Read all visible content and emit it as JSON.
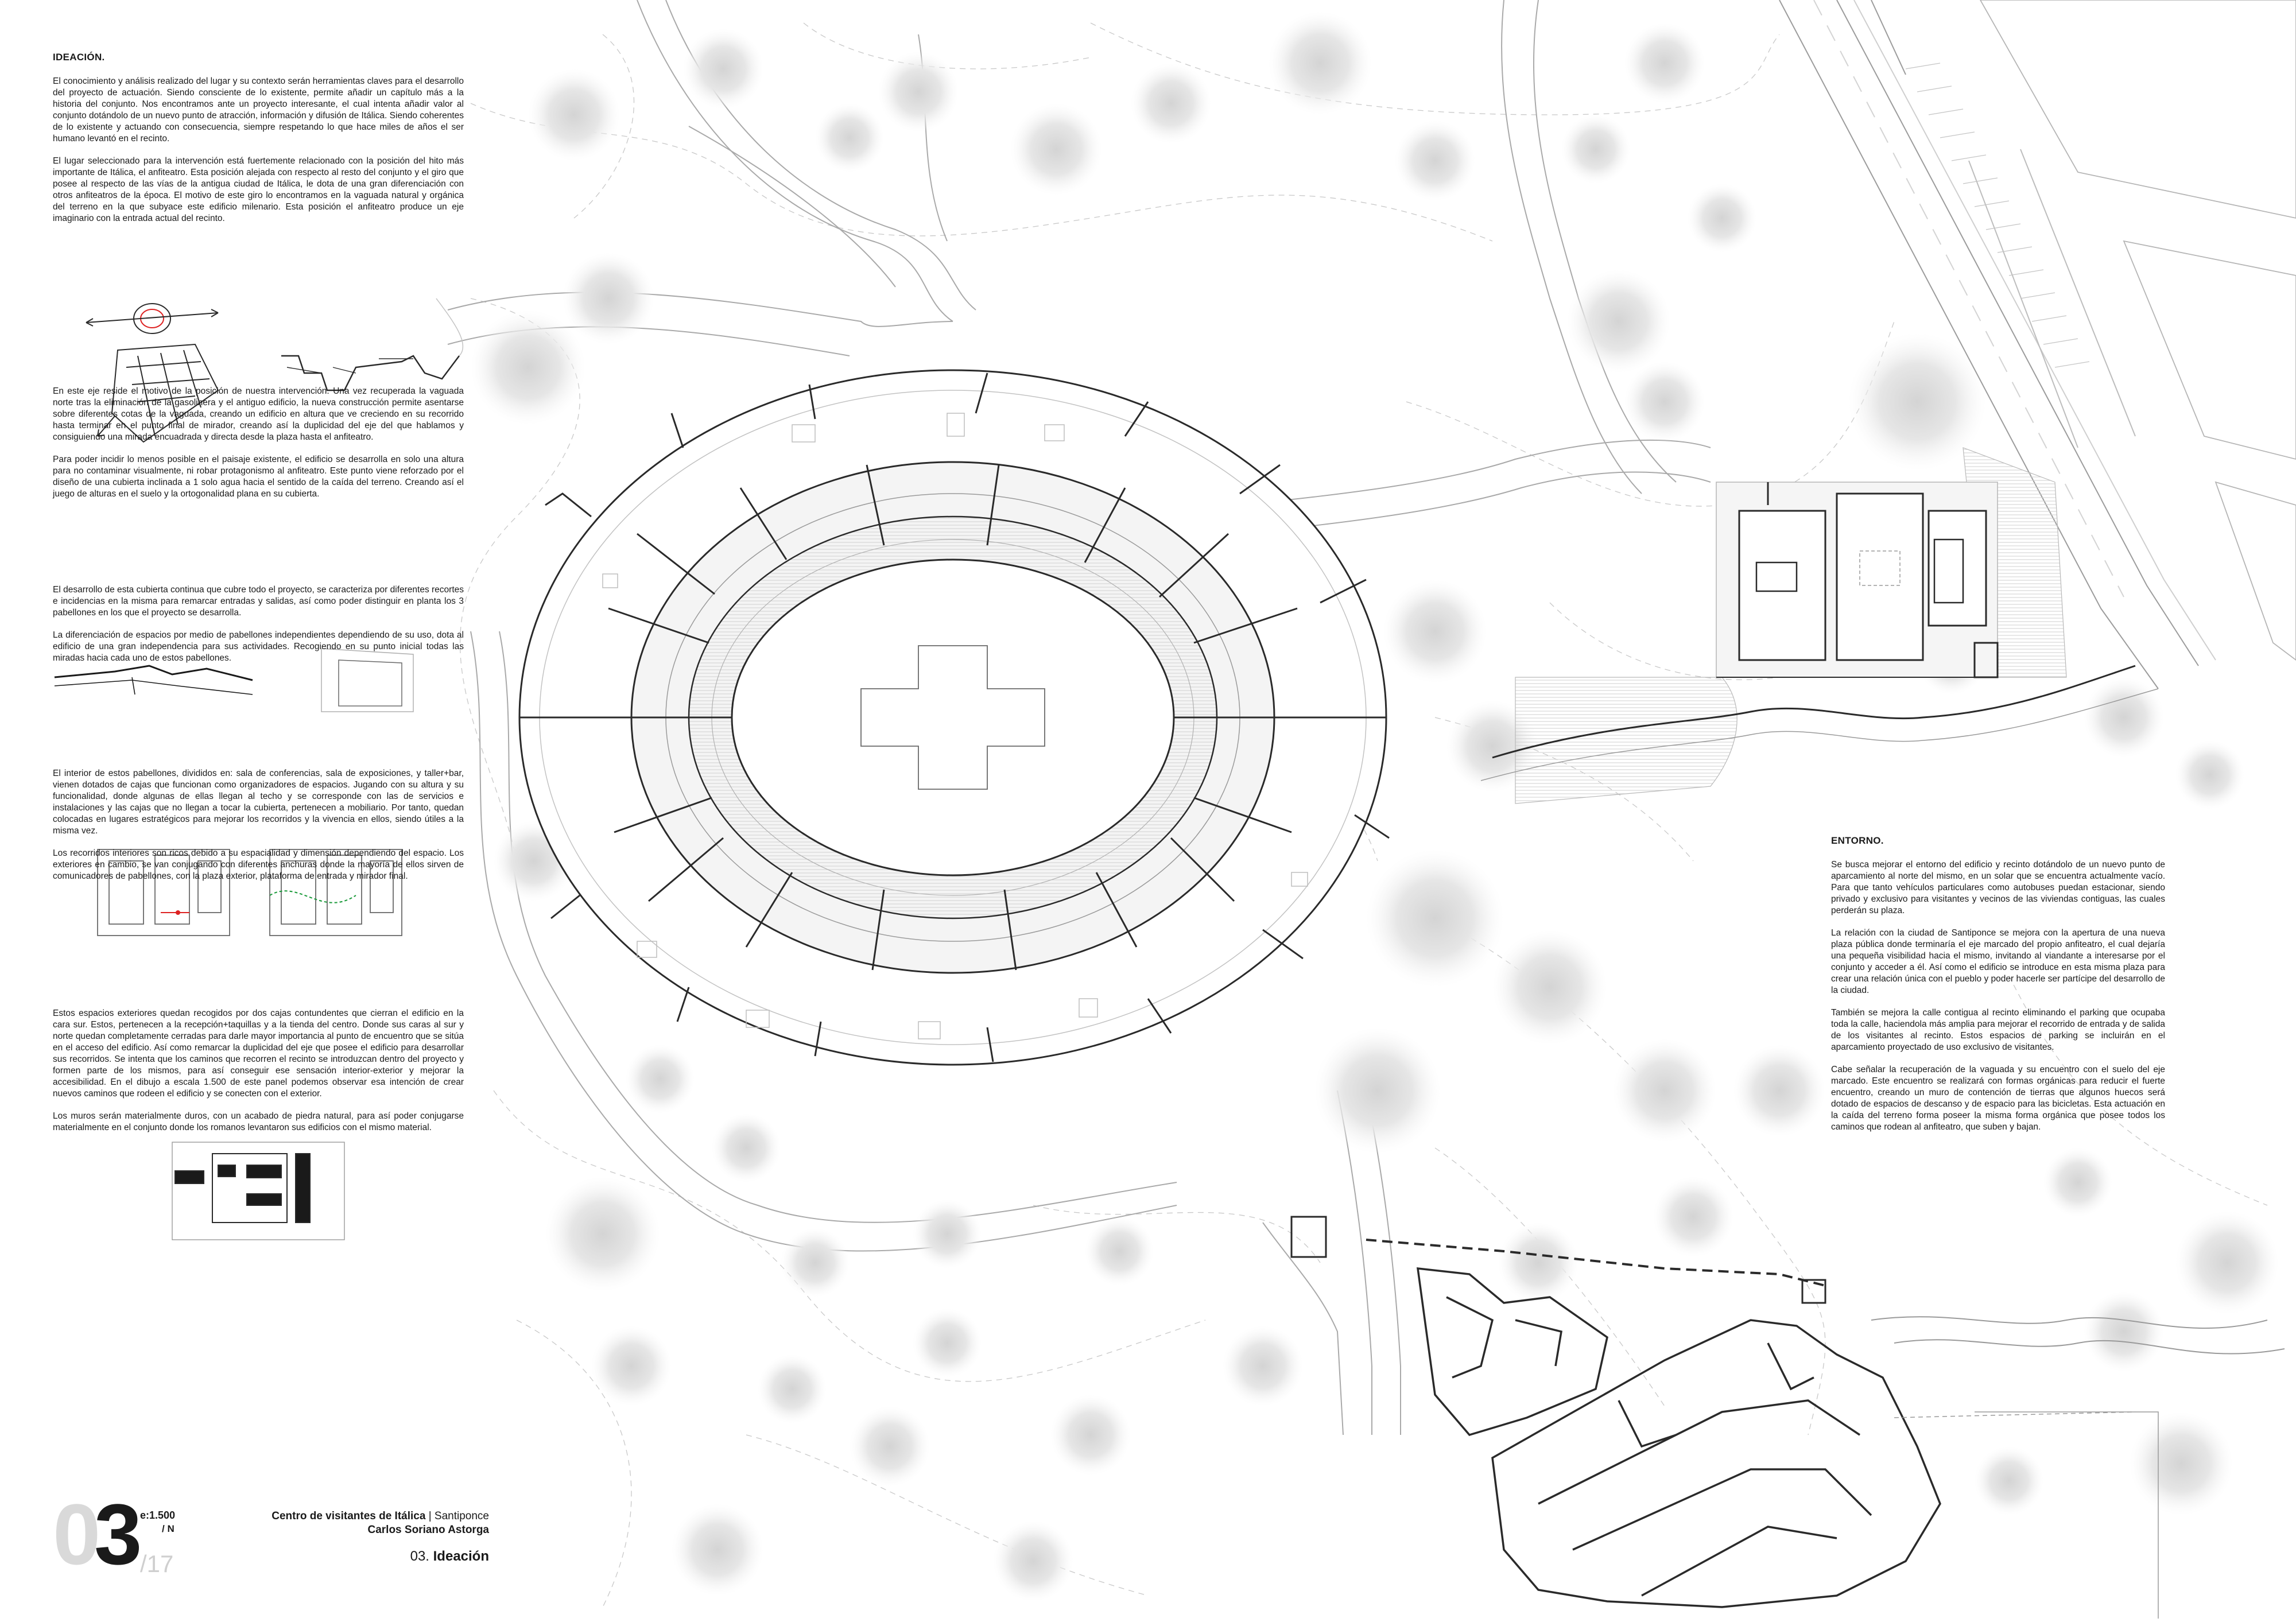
{
  "ideacion": {
    "heading": "IDEACIÓN.",
    "p1": "El conocimiento y análisis realizado del lugar y su contexto serán herramientas claves para el desarrollo del proyecto de actuación. Siendo consciente de lo existente, permite añadir un capítulo más a la historia del conjunto. Nos encontramos ante un proyecto interesante, el cual intenta añadir valor al conjunto dotándolo de un nuevo punto de atracción, información y difusión de Itálica. Siendo coherentes de lo existente y actuando con consecuencia, siempre respetando lo que hace miles de años el ser humano levantó en el recinto.",
    "p2": "El lugar seleccionado para la intervención está fuertemente relacionado con la posición del hito más importante de Itálica, el anfiteatro. Esta posición alejada con respecto al resto del conjunto y el giro que posee al respecto de las vías de la antigua ciudad de Itálica, le dota de una gran diferenciación con otros anfiteatros de la época. El motivo de este giro lo encontramos en la vaguada natural y orgánica del terreno en la que subyace este edificio milenario. Esta posición el anfiteatro produce un eje imaginario con la entrada actual del recinto.",
    "p3": "En este eje reside el motivo de la posición de nuestra intervención. Una vez recuperada la vaguada norte tras la eliminación de la gasolinera y el antiguo edificio, la nueva construcción permite asentarse sobre diferentes cotas de la vaguada, creando un edificio en altura que ve creciendo en su recorrido hasta terminar en el punto final de mirador, creando así la duplicidad del eje del que hablamos y consiguiendo una mirada encuadrada y directa desde la plaza hasta el anfiteatro.",
    "p4": "Para poder incidir lo menos posible en el paisaje existente, el edificio se desarrolla en solo una altura para no contaminar visualmente, ni robar protagonismo al anfiteatro. Este punto viene reforzado por el diseño de una cubierta inclinada a 1 solo agua hacia el sentido de la caída del terreno. Creando así el juego de alturas en el suelo y la ortogonalidad plana en su cubierta.",
    "p5": "El desarrollo de esta cubierta continua que cubre todo el proyecto, se caracteriza por diferentes recortes e incidencias en la misma para remarcar entradas y salidas, así como poder distinguir en planta los 3 pabellones en los que el proyecto se desarrolla.",
    "p6": "La diferenciación de espacios por medio de pabellones independientes dependiendo de su uso, dota al edificio de una gran independencia para sus actividades. Recogiendo en su punto inicial todas las miradas hacia cada uno de estos pabellones.",
    "p7": "El interior de estos pabellones, divididos en: sala de conferencias, sala de exposiciones, y taller+bar, vienen dotados de cajas que funcionan como organizadores de espacios. Jugando con su altura y su funcionalidad, donde algunas de ellas llegan al techo y se corresponde con las de servicios e instalaciones y las cajas que no llegan a tocar la cubierta, pertenecen a mobiliario. Por tanto, quedan colocadas en lugares estratégicos para mejorar los recorridos y la vivencia en ellos, siendo útiles a la misma vez.",
    "p8": "Los recorridos interiores son ricos debido a su espacialidad y dimensión dependiendo del espacio. Los exteriores en cambio, se van conjugando con diferentes anchuras donde la mayoría de ellos sirven de comunicadores de pabellones, con la plaza exterior, plataforma de entrada y mirador final.",
    "p9": "Estos espacios exteriores quedan recogidos por dos cajas contundentes que cierran el edificio en la cara sur. Estos, pertenecen a la recepción+taquillas y a la tienda del centro. Donde sus caras al sur y norte quedan completamente cerradas para darle mayor importancia al punto de encuentro que se sitúa en el acceso del edificio. Así como remarcar la duplicidad del eje que posee el edificio para desarrollar sus recorridos. Se intenta que los caminos que recorren el recinto se introduzcan dentro del proyecto y formen parte de los mismos, para así conseguir ese sensación interior-exterior y mejorar la accesibilidad. En el dibujo a escala 1.500 de este panel podemos observar esa intención de crear nuevos caminos que rodeen el edificio y se conecten con el exterior.",
    "p10": "Los muros serán materialmente duros, con un acabado de piedra natural, para así poder conjugarse materialmente en el conjunto donde los romanos levantaron sus edificios con el mismo material."
  },
  "entorno": {
    "heading": "ENTORNO.",
    "p1": "Se busca mejorar el entorno del edificio y recinto dotándolo de un nuevo punto de aparcamiento al norte del mismo, en un solar que se encuentra actualmente vacío. Para que tanto vehículos particulares como autobuses puedan estacionar, siendo privado y exclusivo para visitantes y vecinos de las viviendas contiguas, las cuales perderán su plaza.",
    "p2": "La relación con la ciudad de Santiponce se mejora con la apertura de una nueva plaza pública donde terminaría el eje marcado del propio anfiteatro, el cual dejaría una pequeña visibilidad hacia el mismo, invitando al viandante a interesarse por el conjunto y acceder a él. Así como el edificio se introduce en esta misma plaza para crear una relación única con el pueblo y poder hacerle ser partícipe del desarrollo de la ciudad.",
    "p3": "También se mejora la calle contigua al recinto eliminando el parking que ocupaba toda la calle, haciendola más amplia para mejorar el recorrido de entrada y de salida de los visitantes al recinto. Estos espacios de parking se incluirán en el aparcamiento proyectado de uso exclusivo de visitantes.",
    "p4": "Cabe señalar la recuperación de la vaguada y su encuentro con el suelo del eje marcado. Este encuentro se realizará con formas orgánicas para reducir el fuerte encuentro, creando un muro de contención de tierras que algunos huecos será dotado de espacios de descanso y de espacio para las bicicletas. Esta actuación en la caída del terreno forma poseer la misma forma orgánica que posee todos los caminos que rodean al anfiteatro, que suben y bajan."
  },
  "titleblock": {
    "number_zero": "0",
    "number_three": "3",
    "total": "/17",
    "scale": "e:1.500",
    "north": "/  N",
    "project_name": "Centro de visitantes de Itálica",
    "project_location": " | Santiponce",
    "author": "Carlos Soriano Astorga",
    "sheet_number": "03.",
    "sheet_title": "Ideación"
  }
}
